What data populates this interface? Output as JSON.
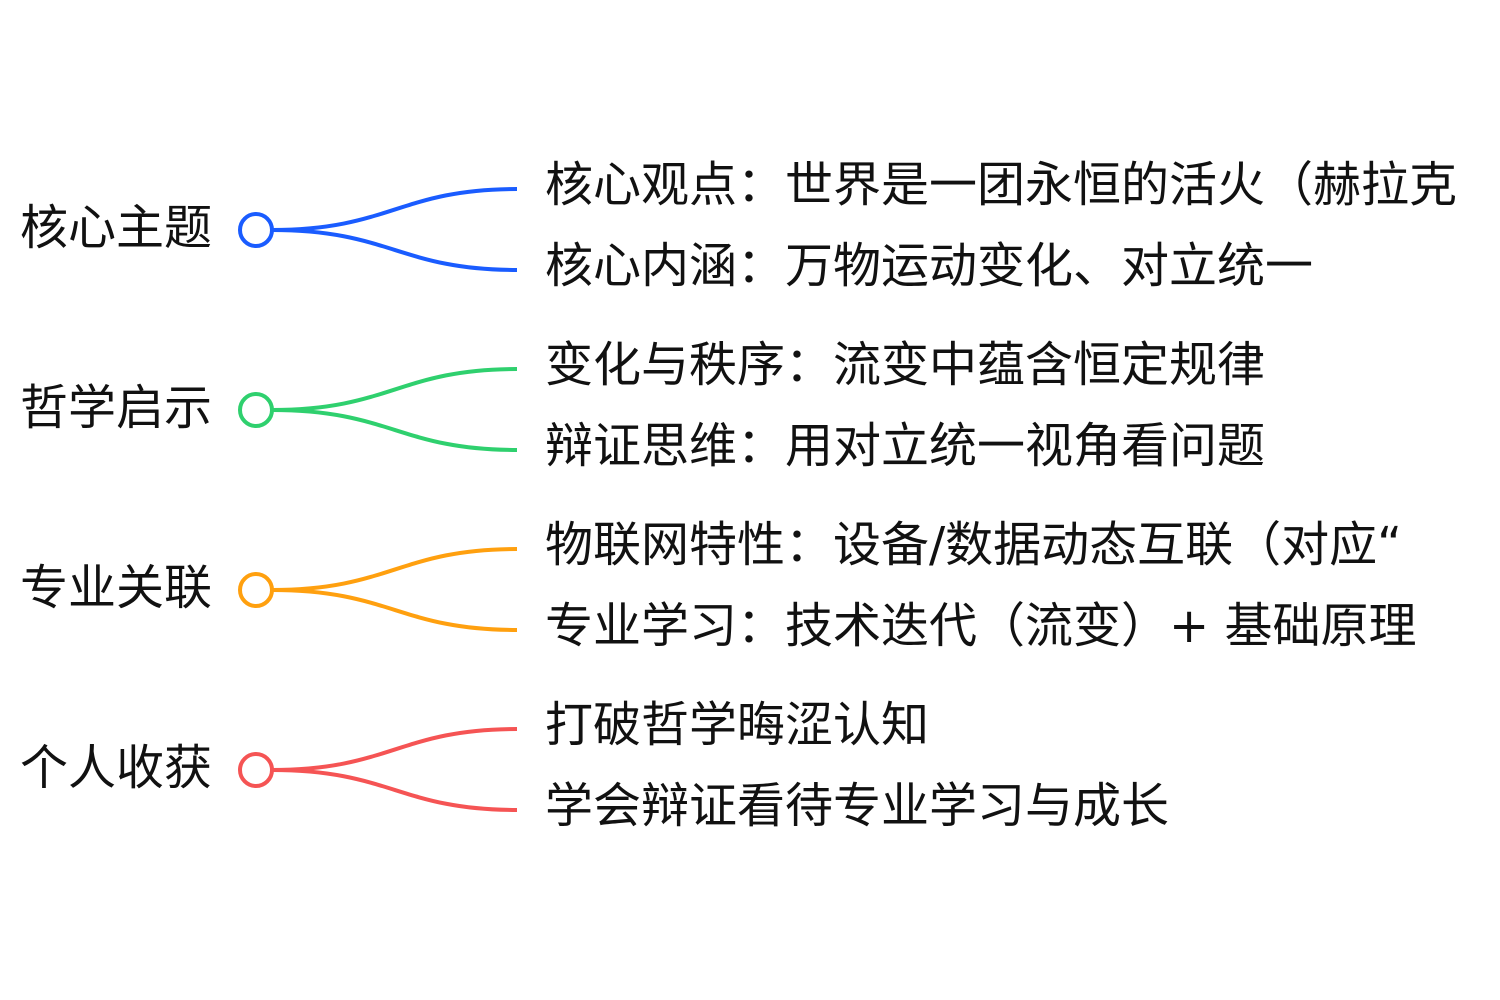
{
  "mindmap": {
    "branches": [
      {
        "label": "核心主题",
        "color": "#1a5cff",
        "children": [
          "核心观点：世界是一团永恒的活火（赫拉克",
          "核心内涵：万物运动变化、对立统一"
        ]
      },
      {
        "label": "哲学启示",
        "color": "#2fd06e",
        "children": [
          "变化与秩序：流变中蕴含恒定规律",
          "辩证思维：用对立统一视角看问题"
        ]
      },
      {
        "label": "专业关联",
        "color": "#ffa00f",
        "children": [
          "物联网特性：设备/数据动态互联（对应“",
          "专业学习：技术迭代（流变）+ 基础原理"
        ]
      },
      {
        "label": "个人收获",
        "color": "#f55454",
        "children": [
          "打破哲学晦涩认知",
          "学会辩证看待专业学习与成长"
        ]
      }
    ]
  }
}
